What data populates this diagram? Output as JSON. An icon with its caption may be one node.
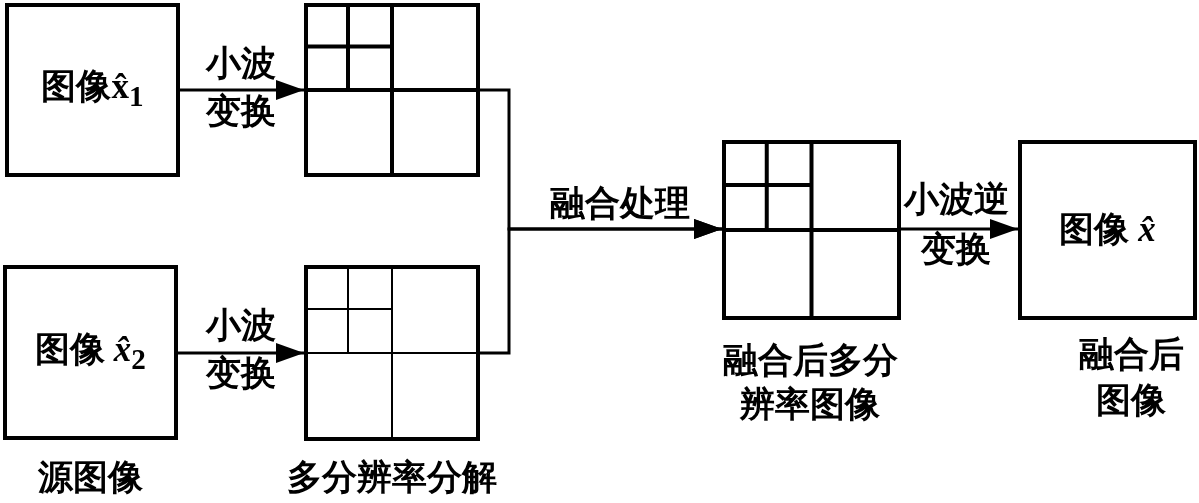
{
  "diagram": {
    "nodes": [
      {
        "text": [
          "图像x̂$_{1}$"
        ]
      },
      {
        "text": [
          "图像 *x̂*$_{2}$"
        ],
        "beside": [
          "源图像"
        ]
      },
      {
        "text": [],
        "shape": "grid"
      },
      {
        "text": [],
        "shape": "grid",
        "beside": [
          "多分辨率分解"
        ]
      },
      {
        "text": [],
        "shape": "grid",
        "beside": [
          "融合后多分辨率图像"
        ]
      },
      {
        "text": [
          "图像 *x̂*"
        ],
        "beside": [
          "融合后图像"
        ]
      }
    ],
    "edges": [
      {
        "from": 0,
        "to": 2,
        "arrow": "to",
        "label": "小波变换"
      },
      {
        "from": 1,
        "to": 3,
        "arrow": "to",
        "label": "小波变换"
      },
      {
        "from": 2,
        "to": 4,
        "arrow": "to",
        "label": "融合处理"
      },
      {
        "from": 3,
        "to": 4,
        "arrow": "to"
      },
      {
        "from": 4,
        "to": 5,
        "arrow": "to",
        "label": "小波逆变换"
      }
    ]
  }
}
